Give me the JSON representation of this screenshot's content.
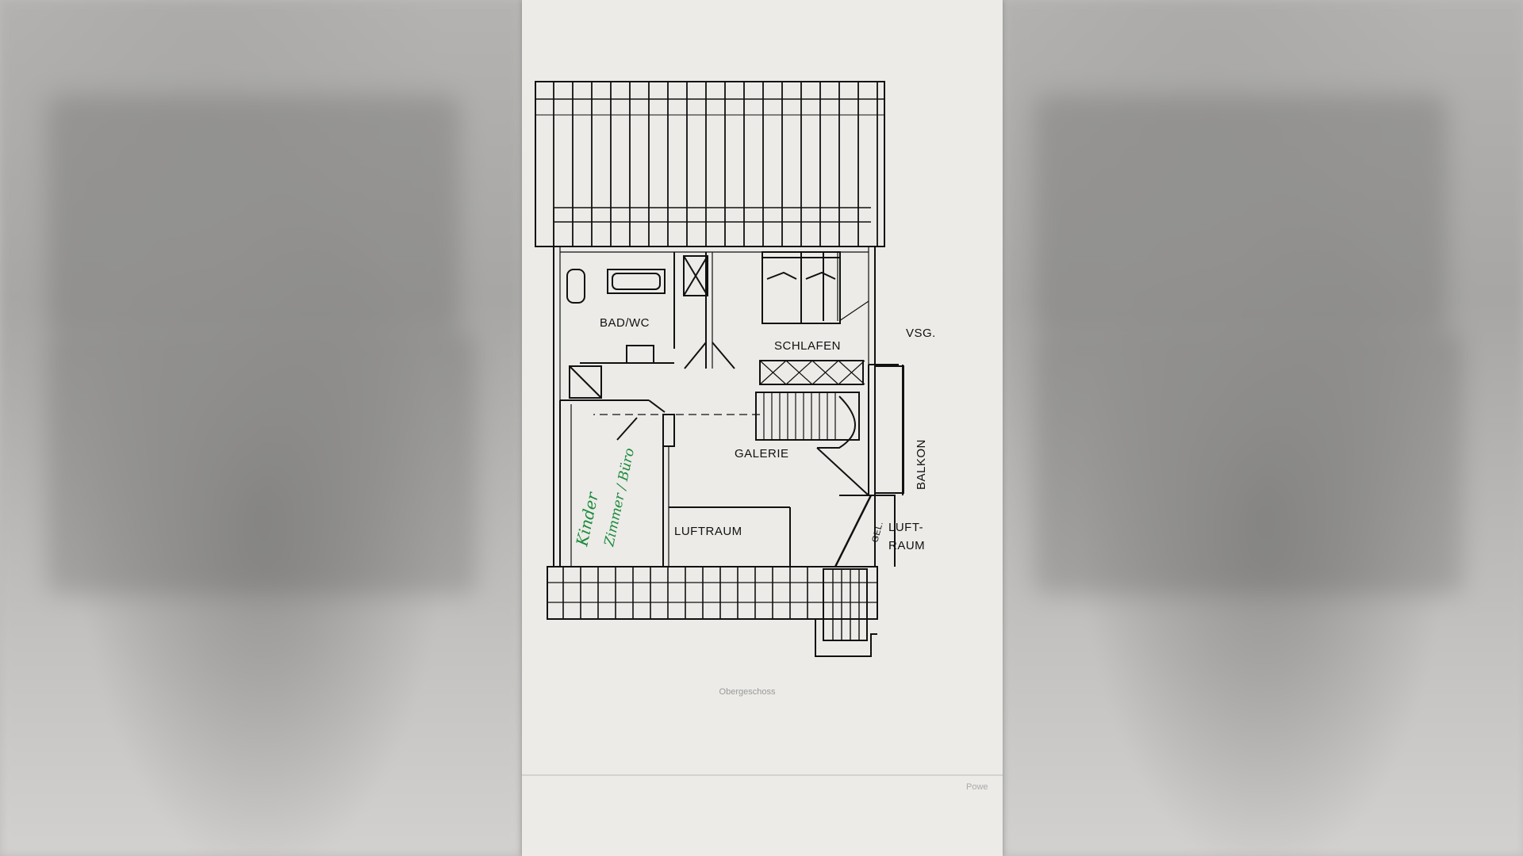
{
  "plan": {
    "rooms": {
      "bad_wc": "BAD/WC",
      "schlafen": "SCHLAFEN",
      "vsg": "VSG.",
      "galerie": "GALERIE",
      "balkon": "BALKON",
      "luftraum_left": "LUFTRAUM",
      "luftraum_right_line1": "LUFT-",
      "luftraum_right_line2": "RAUM",
      "gel": "GEL."
    },
    "handwritten_line1": "Kinder",
    "handwritten_line2": "Zimmer / Büro",
    "caption": "Obergeschoss",
    "footer": "Powe"
  }
}
